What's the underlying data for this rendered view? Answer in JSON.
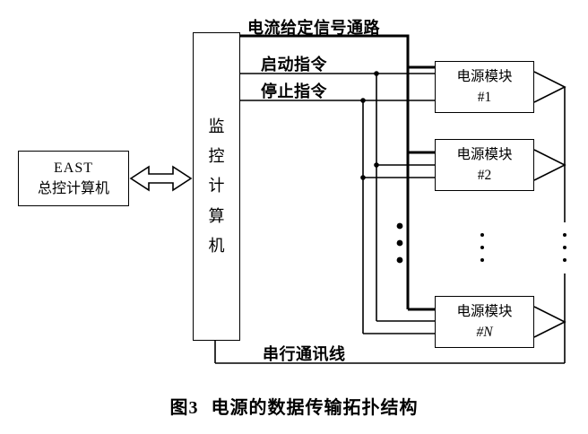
{
  "diagram": {
    "east_box": {
      "line1": "EAST",
      "line2": "总控计算机"
    },
    "monitor_box": {
      "label": "监控计算机"
    },
    "signals": {
      "current_path": "电流给定信号通路",
      "start_cmd": "启动指令",
      "stop_cmd": "停止指令",
      "serial_line": "串行通讯线"
    },
    "modules": {
      "m1": {
        "title": "电源模块",
        "sub": "#1"
      },
      "m2": {
        "title": "电源模块",
        "sub": "#2"
      },
      "mn": {
        "title": "电源模块",
        "sub": "#N"
      }
    }
  },
  "caption": {
    "prefix": "图3",
    "text": "电源的数据传输拓扑结构"
  },
  "colors": {
    "line": "#000000",
    "background": "#ffffff"
  }
}
